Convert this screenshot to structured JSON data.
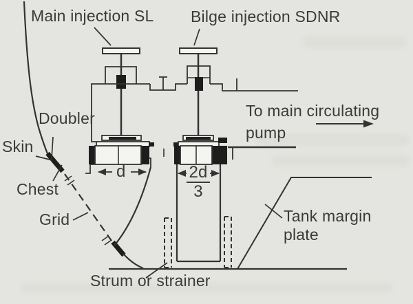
{
  "labels": {
    "main_injection": "Main injection SL",
    "bilge_injection": "Bilge injection SDNR",
    "doubler": "Doubler",
    "skin": "Skin",
    "chest": "Chest",
    "grid": "Grid",
    "to_pump_line1": "To main circulating",
    "to_pump_line2": "pump",
    "tank_margin_line1": "Tank margin",
    "tank_margin_line2": "plate",
    "strum": "Strum or strainer",
    "dim_d": "d",
    "dim_2d_num": "2d",
    "dim_2d_den": "3"
  },
  "colors": {
    "paper": "#e4e4e0",
    "ink": "#333333",
    "solid_fill": "#1d1d1d",
    "white_fill": "#f4f4f0"
  }
}
